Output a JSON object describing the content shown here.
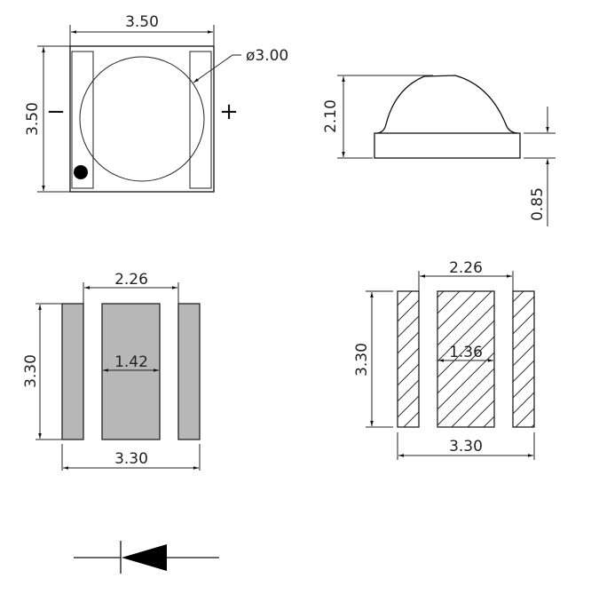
{
  "drawing": {
    "top_view": {
      "width_label": "3.50",
      "height_label": "3.50",
      "lens_diameter_label": "ø3.00",
      "minus_symbol": "−",
      "plus_symbol": "+"
    },
    "side_view": {
      "total_height_label": "2.10",
      "base_height_label": "0.85"
    },
    "bottom_pads": {
      "span_label": "2.26",
      "height_label": "3.30",
      "center_pad_width_label": "1.42",
      "total_width_label": "3.30",
      "pad_color": "#b7b7b7"
    },
    "recommended_footprint": {
      "span_label": "2.26",
      "height_label": "3.30",
      "center_pad_width_label": "1.36",
      "total_width_label": "3.30"
    },
    "circuit_symbol": {
      "type": "diode"
    }
  }
}
